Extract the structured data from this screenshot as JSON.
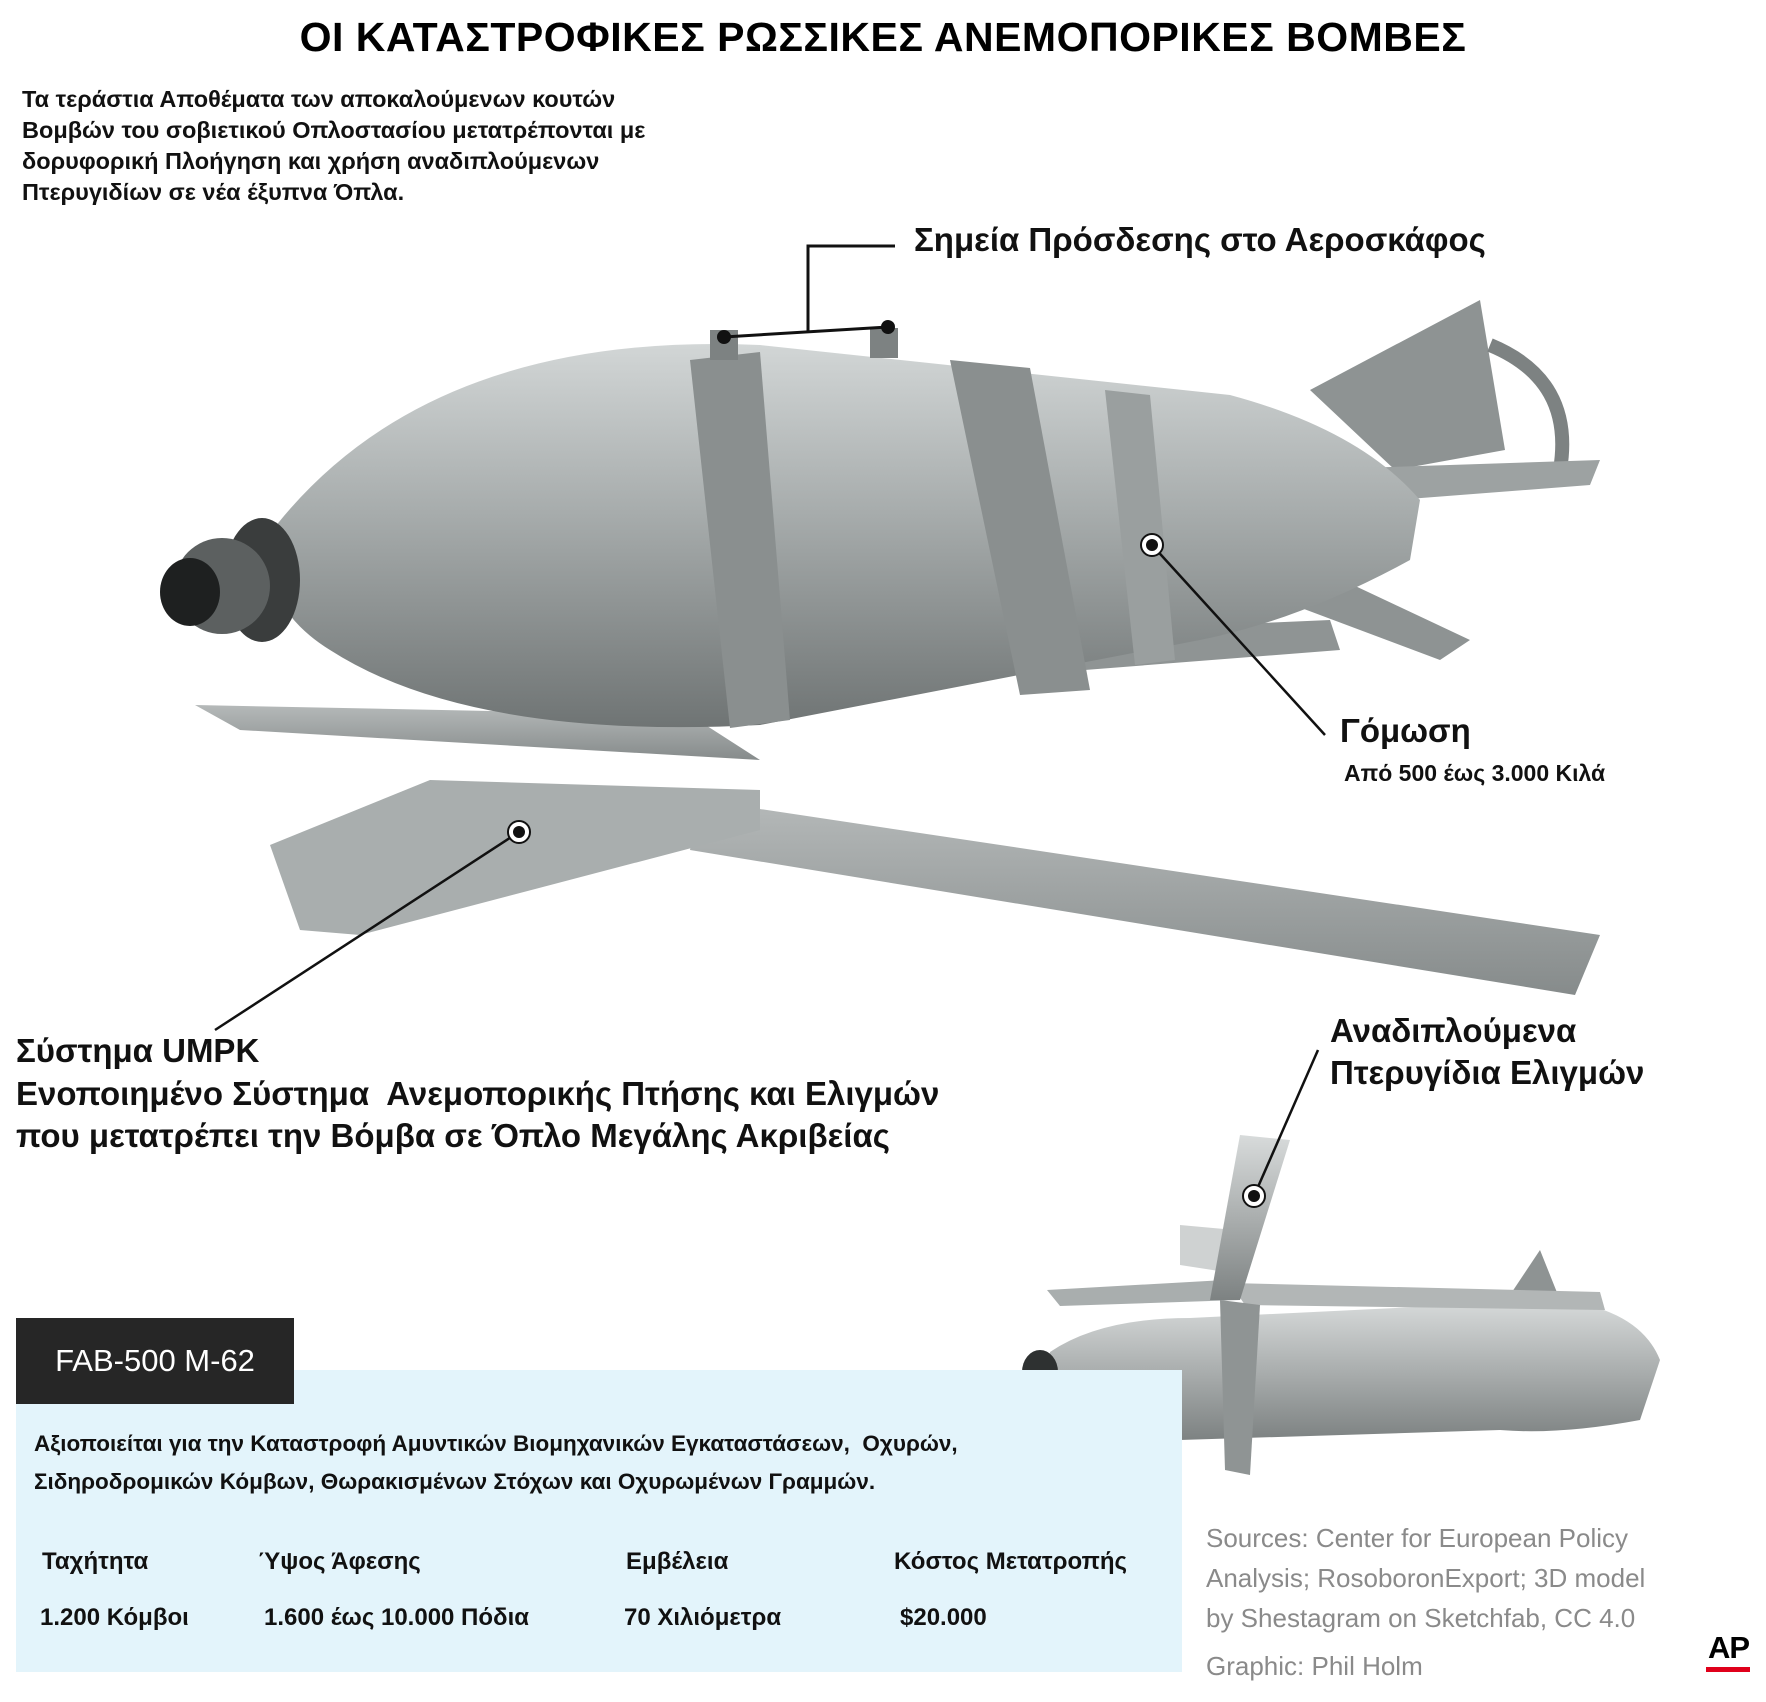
{
  "title": "ΟΙ ΚΑΤΑΣΤΡΟΦΙΚΕΣ ΡΩΣΣΙΚΕΣ ΑΝΕΜΟΠΟΡΙΚΕΣ ΒΟΜΒΕΣ",
  "intro": "Τα τεράστια Αποθέματα των αποκαλούμενων κουτών Βομβών του σοβιετικού Οπλοστασίου μετατρέπονται με δορυφορική Πλοήγηση και χρήση αναδιπλούμενων Πτερυγιδίων σε νέα έξυπνα Όπλα.",
  "callouts": {
    "mount_points": "Σημεία Πρόσδεσης στο Αεροσκάφος",
    "warhead": "Γόμωση",
    "warhead_range": "Από 500 έως 3.000 Κιλά",
    "umpk_title": "Σύστημα UMPK",
    "umpk_desc_line1": "Ενοποιημένο Σύστημα  Ανεμοπορικής Πτήσης και Ελιγμών",
    "umpk_desc_line2": "που μετατρέπει την Βόμβα σε Όπλο Μεγάλης Ακριβείας",
    "fins_line1": "Αναδιπλούμενα",
    "fins_line2": "Πτερυγίδια Ελιγμών"
  },
  "panel": {
    "model": "FAB-500 M-62",
    "usage_line1": "Αξιοποιείται για την Καταστροφή Αμυντικών Βιομηχανικών Εγκαταστάσεων,  Οχυρών,",
    "usage_line2": "Σιδηροδρομικών Κόμβων, Θωρακισμένων Στόχων και Οχυρωμένων Γραμμών.",
    "specs": [
      {
        "label": "Ταχήτητα",
        "value": "1.200 Κόμβοι"
      },
      {
        "label": "Ύψος Άφεσης",
        "value": "1.600 έως 10.000 Πόδια"
      },
      {
        "label": "Εμβέλεια",
        "value": "70 Χιλιόμετρα"
      },
      {
        "label": "Κόστος Μετατροπής",
        "value": "$20.000"
      }
    ]
  },
  "credits": {
    "sources_line1": "Sources: Center for European Policy",
    "sources_line2": "Analysis; RosoboronExport; 3D model",
    "sources_line3": "by Shestagram on Sketchfab, CC 4.0",
    "graphic": "Graphic: Phil Holm",
    "logo": "AP"
  },
  "colors": {
    "panel_bg": "#e3f4fb",
    "tag_bg": "#262626",
    "source_text": "#8a8a8a",
    "logo_accent": "#e0001b",
    "bomb_body": "#a8adad"
  }
}
